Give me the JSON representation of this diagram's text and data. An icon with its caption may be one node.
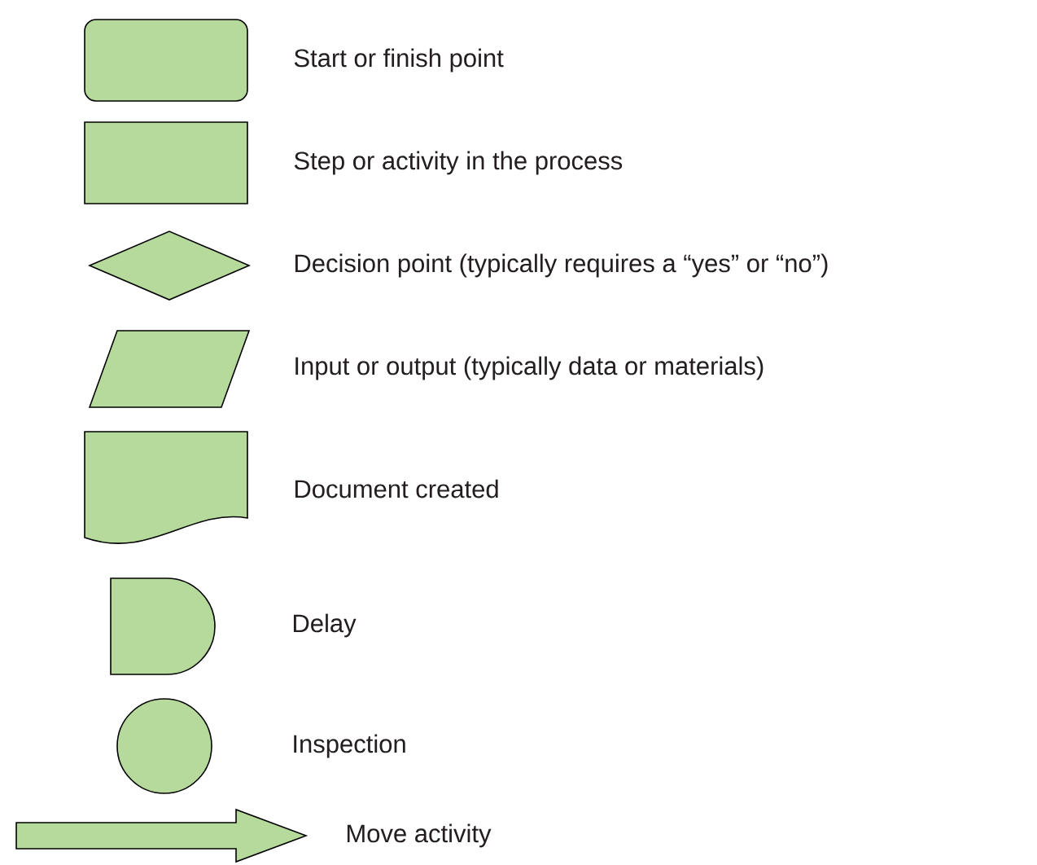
{
  "diagram": {
    "nodes": [
      {
        "text": [],
        "shape": "rounded-box",
        "beside": [
          "Start or finish point"
        ]
      },
      {
        "text": [],
        "shape": "box",
        "beside": [
          "Step or activity in the process"
        ]
      },
      {
        "text": [],
        "shape": "diamond",
        "beside": [
          "Decision point (typically requires a “yes” or “no”)"
        ]
      },
      {
        "text": [],
        "shape": "parallelogram",
        "beside": [
          "Input or output (typically data or materials)"
        ]
      },
      {
        "text": [],
        "shape": "document",
        "beside": [
          "Document created"
        ]
      },
      {
        "text": [],
        "shape": "delay",
        "beside": [
          "Delay"
        ]
      },
      {
        "text": [],
        "shape": "circle",
        "beside": [
          "Inspection"
        ]
      },
      {
        "text": [],
        "shape": "arrow",
        "beside": [
          "Move activity"
        ]
      }
    ]
  }
}
